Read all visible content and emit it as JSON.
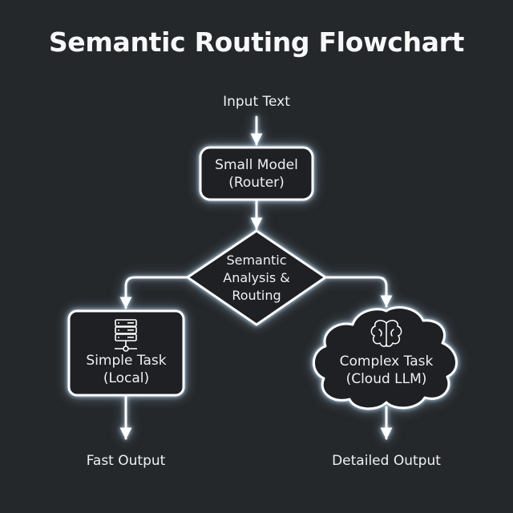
{
  "title": "Semantic Routing Flowchart",
  "colors": {
    "background": "#25282b",
    "stroke": "#ffffff",
    "node_fill": "#1e2023",
    "text": "#eef0f1"
  },
  "nodes": {
    "input": {
      "label": "Input Text"
    },
    "router": {
      "line1": "Small Model",
      "line2": "(Router)"
    },
    "decision": {
      "line1": "Semantic",
      "line2": "Analysis &",
      "line3": "Routing"
    },
    "simple": {
      "line1": "Simple Task",
      "line2": "(Local)",
      "icon": "server-icon"
    },
    "complex": {
      "line1": "Complex Task",
      "line2": "(Cloud LLM)",
      "icon": "brain-icon"
    },
    "fast_output": {
      "label": "Fast Output"
    },
    "detailed_output": {
      "label": "Detailed Output"
    }
  }
}
